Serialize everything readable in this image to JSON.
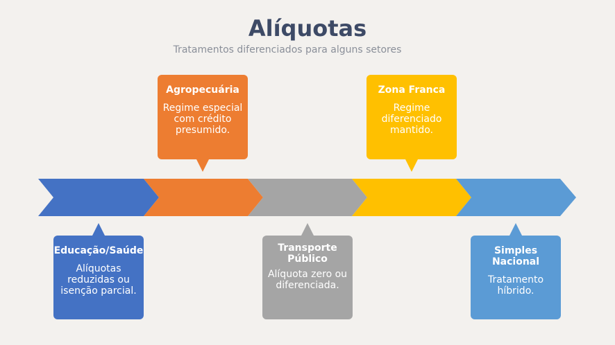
{
  "title": "Alíquotas",
  "subtitle": "Tratamentos diferenciados para alguns setores",
  "colors": {
    "blue": "#4472c4",
    "orange": "#ed7d31",
    "gray": "#a5a5a5",
    "yellow": "#ffc000",
    "lightblue": "#5b9bd5"
  },
  "items": [
    {
      "label": "Educação/Saúde",
      "text": "Alíquotas reduzidas ou isenção parcial."
    },
    {
      "label": "Agropecuária",
      "text": "Regime especial com crédito presumido."
    },
    {
      "label": "Transporte Público",
      "text": "Alíquota zero ou diferenciada."
    },
    {
      "label": "Zona Franca",
      "text": "Regime diferenciado mantido."
    },
    {
      "label": "Simples Nacional",
      "text": "Tratamento híbrido."
    }
  ]
}
